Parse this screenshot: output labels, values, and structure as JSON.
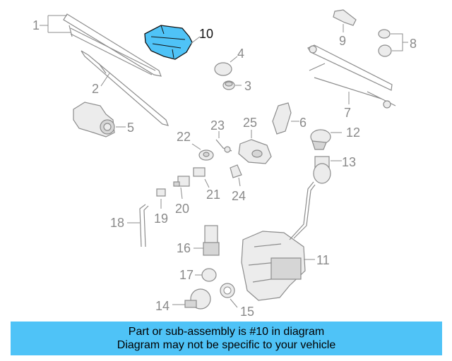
{
  "highlight_color": "#4fc3f7",
  "callouts": {
    "c1": "1",
    "c2": "2",
    "c3": "3",
    "c4": "4",
    "c5": "5",
    "c6": "6",
    "c7": "7",
    "c8": "8",
    "c9": "9",
    "c10": "10",
    "c11": "11",
    "c12": "12",
    "c13": "13",
    "c14": "14",
    "c15": "15",
    "c16": "16",
    "c17": "17",
    "c18": "18",
    "c19": "19",
    "c20": "20",
    "c21": "21",
    "c22": "22",
    "c23": "23",
    "c24": "24",
    "c25": "25"
  },
  "banner": {
    "line1": "Part or sub-assembly is #10 in diagram",
    "line2": "Diagram may not be specific to your vehicle"
  }
}
